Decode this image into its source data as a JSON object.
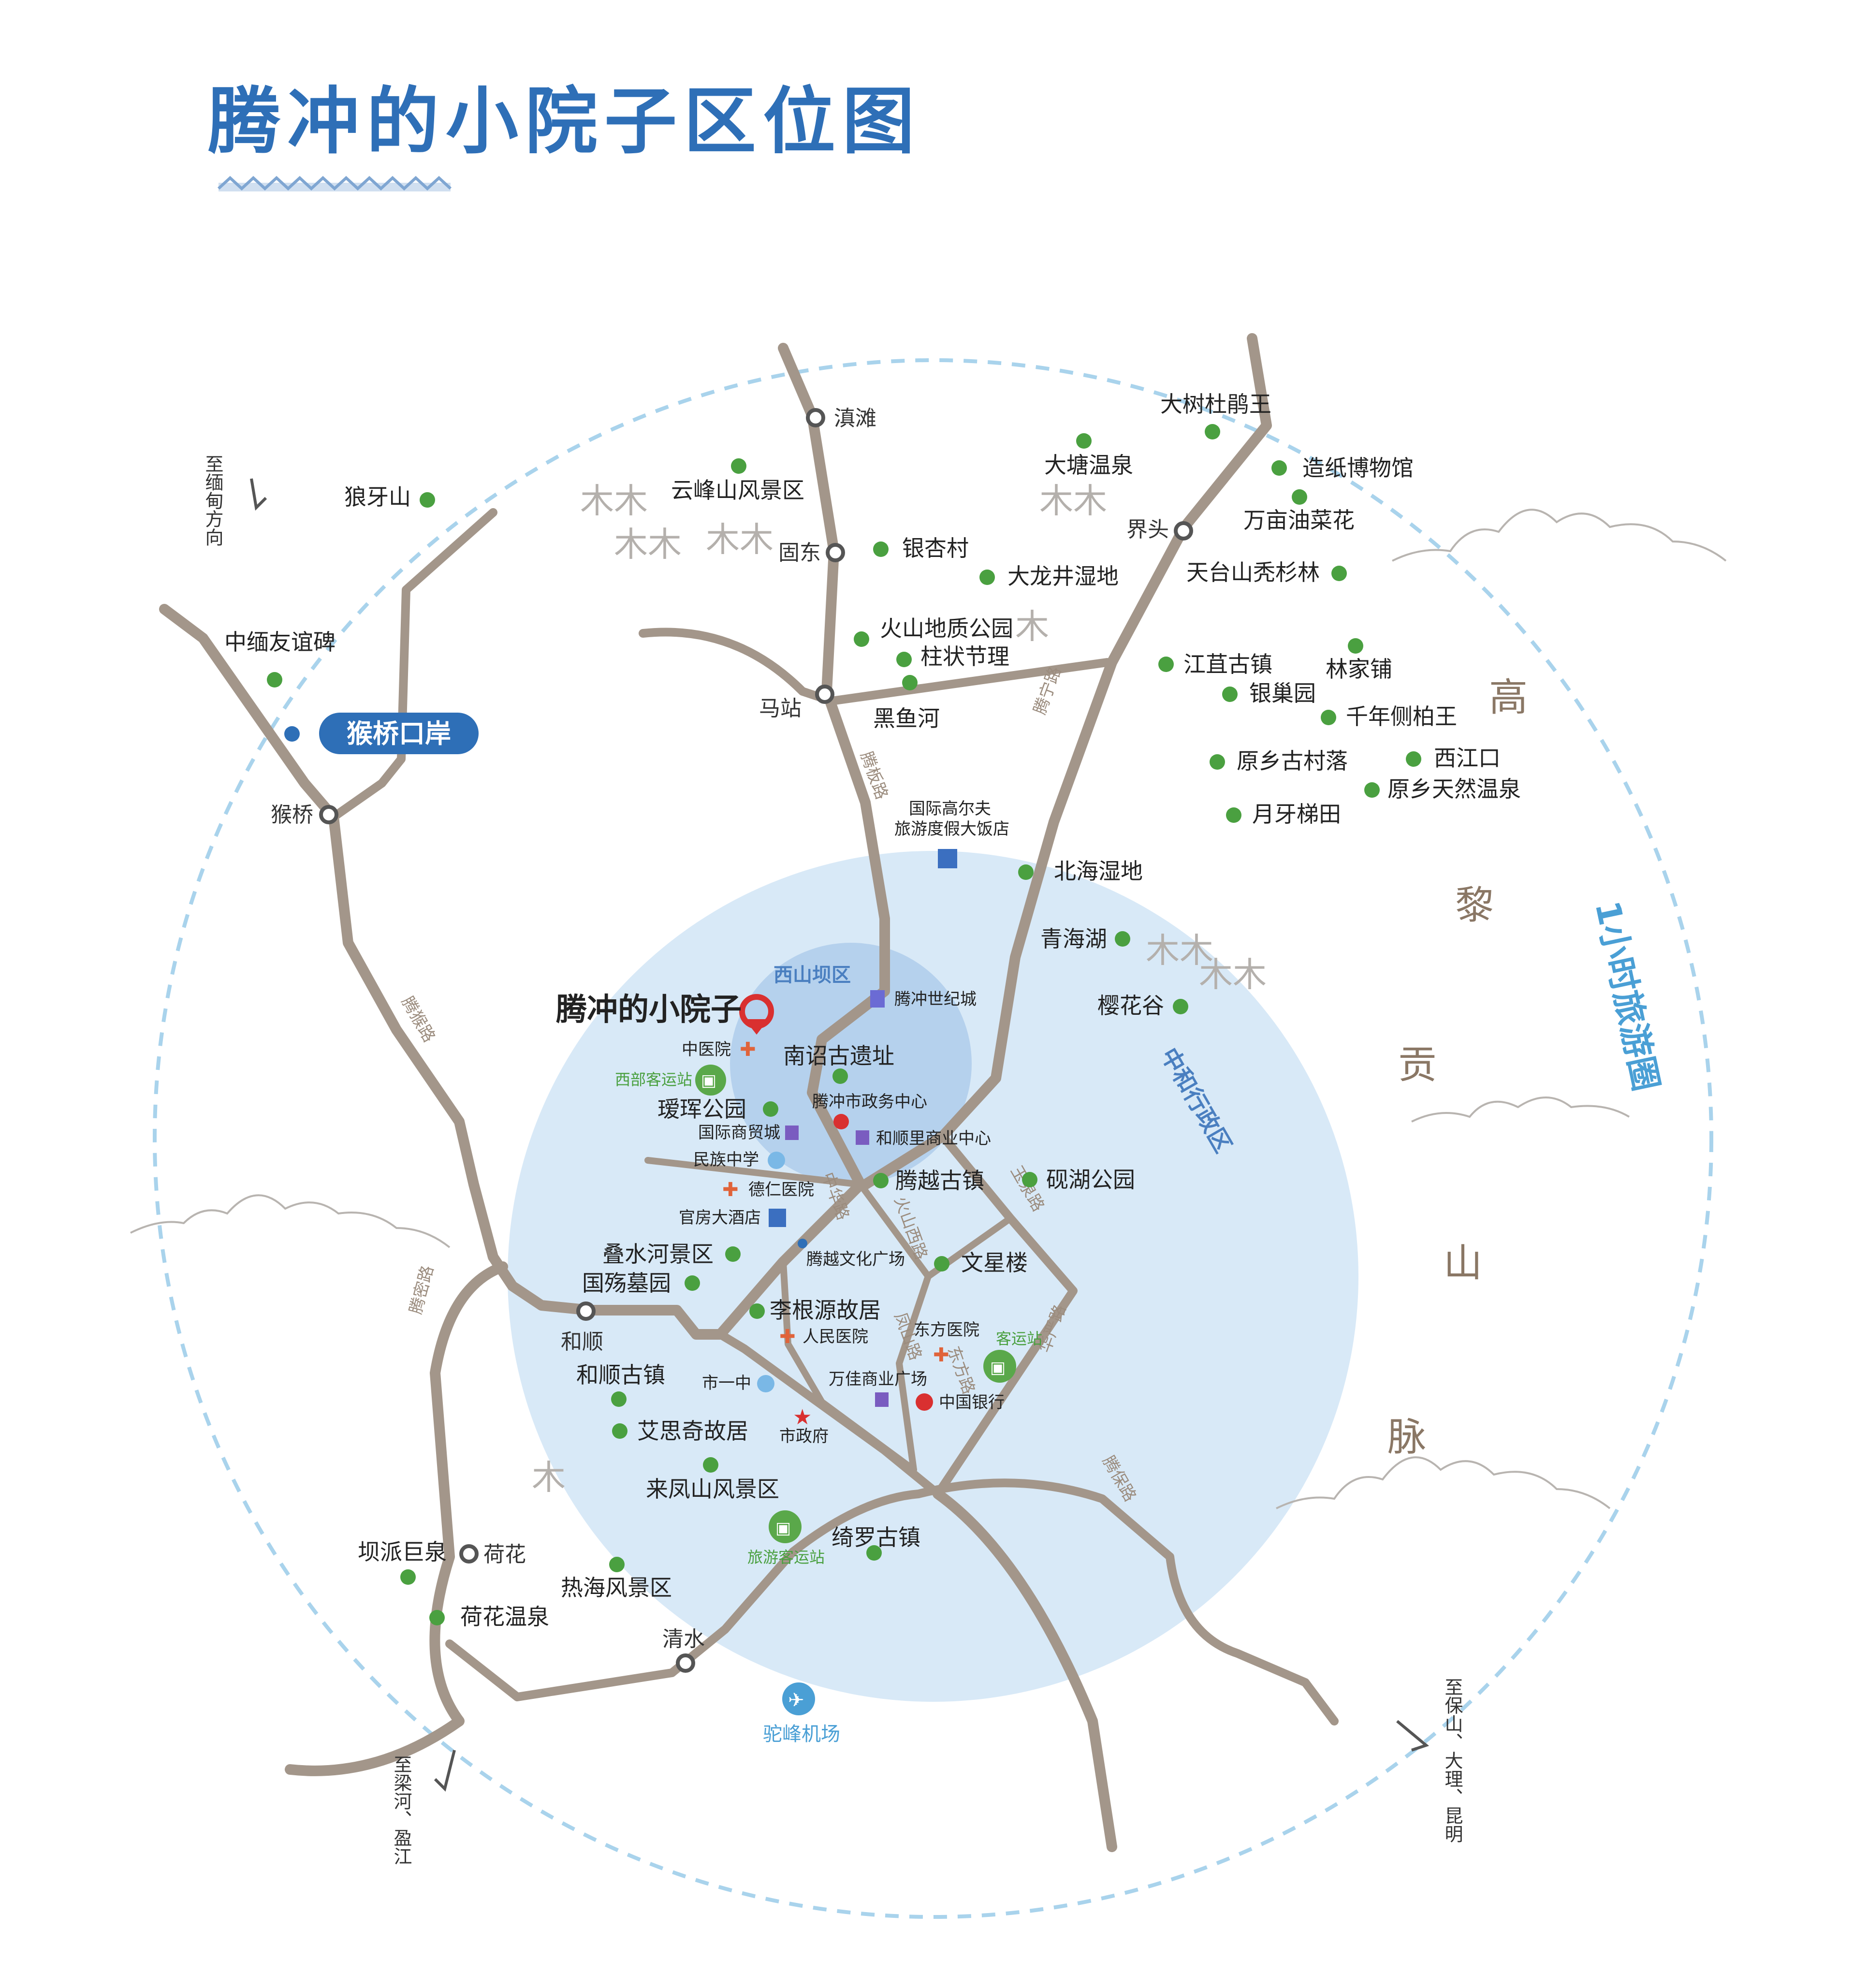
{
  "title": "腾冲的小院子区位图",
  "colors": {
    "title_blue": "#2e6fb7",
    "road": "#a3968a",
    "scenic_dot": "#4aa040",
    "core_circle": "#d8e9f7",
    "ring_dash": "#a9d3ec",
    "highlight_pin": "#d93030",
    "station_green": "#5aa84a",
    "airport_blue": "#4a9fd5"
  },
  "ring_label": "1小时旅游圈",
  "area_labels": {
    "xishanba": "西山坝区",
    "zhonghe": "中和行政区"
  },
  "mountain_range": [
    "高",
    "黎",
    "贡",
    "山",
    "脉"
  ],
  "highlight": {
    "name": "腾冲的小院子",
    "icon": "map-pin-icon"
  },
  "port": {
    "name": "猴桥口岸"
  },
  "towns": [
    "滇滩",
    "固东",
    "马站",
    "界头",
    "猴桥",
    "和顺",
    "荷花",
    "清水"
  ],
  "scenic_spots": [
    "大树杜鹃王",
    "大塘温泉",
    "造纸博物馆",
    "万亩油菜花",
    "狼牙山",
    "云峰山风景区",
    "银杏村",
    "大龙井湿地",
    "天台山秃杉林",
    "中缅友谊碑",
    "火山地质公园",
    "柱状节理",
    "黑鱼河",
    "江苴古镇",
    "林家铺",
    "银巢园",
    "千年侧柏王",
    "原乡古村落",
    "西江口",
    "原乡天然温泉",
    "月牙梯田",
    "北海湿地",
    "青海湖",
    "樱花谷",
    "南诏古遗址",
    "瑷珲公园",
    "腾越古镇",
    "砚湖公园",
    "叠水河景区",
    "国殇墓园",
    "文星楼",
    "李根源故居",
    "和顺古镇",
    "艾思奇故居",
    "来凤山风景区",
    "绮罗古镇",
    "坝派巨泉",
    "荷花温泉",
    "热海风景区"
  ],
  "pois": {
    "golf": "国际高尔夫\n旅游度假大饭店",
    "century_city": "腾冲世纪城",
    "tcm_hospital": "中医院",
    "west_station": "西部客运站",
    "gov_center": "腾冲市政务中心",
    "intl_mall": "国际商贸城",
    "heshunli": "和顺里商业中心",
    "minzu_school": "民族中学",
    "deren_hospital": "德仁医院",
    "guanfang_hotel": "官房大酒店",
    "culture_square": "腾越文化广场",
    "people_hospital": "人民医院",
    "dongfang_hospital": "东方医院",
    "bus_station": "客运站",
    "school_no1": "市一中",
    "wanjia": "万佳商业广场",
    "boc": "中国银行",
    "city_gov": "市政府",
    "tourist_station": "旅游客运站",
    "airport": "驼峰机场"
  },
  "roads": [
    "腾板路",
    "腾猴路",
    "腾宁路",
    "腾密路",
    "腾保路",
    "中华路",
    "火山西路",
    "凤山路",
    "东方路",
    "华严路",
    "玉泉路"
  ],
  "directions": {
    "myanmar": "至缅甸方向",
    "lianghe": "至梁河、盈江",
    "baoshan": "至保山、大理、昆明"
  }
}
